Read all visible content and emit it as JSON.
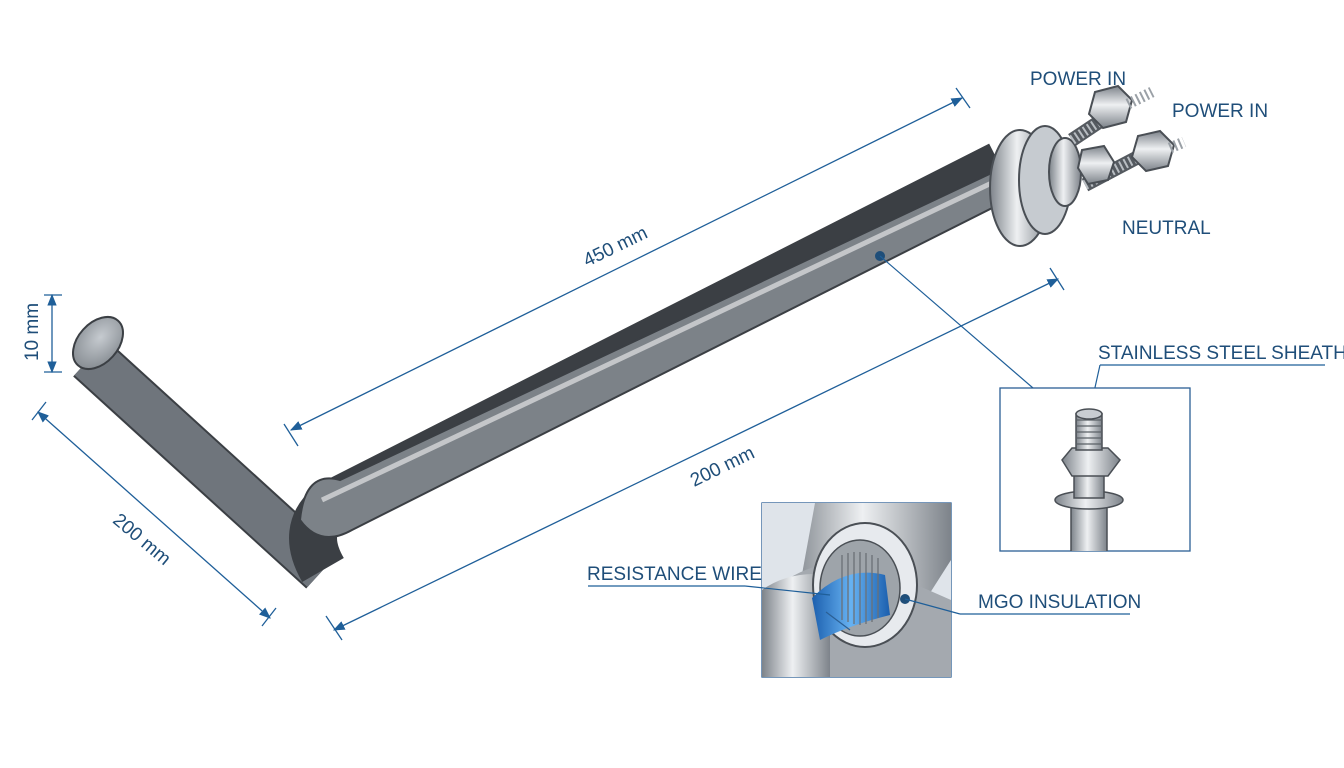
{
  "labels": {
    "power_in_1": "POWER IN",
    "power_in_2": "POWER IN",
    "neutral": "NEUTRAL",
    "sheath": "STAINLESS STEEL SHEATH",
    "resistance_wire": "RESISTANCE WIRE",
    "mgo": "MGO INSULATION"
  },
  "dimensions": {
    "long_leg": "450 mm",
    "long_leg_lower": "200 mm",
    "short_leg": "200 mm",
    "diameter": "10 mm"
  },
  "colors": {
    "annotation": "#1f4e79",
    "steel": "#b9bec4",
    "insulation_blue": "#2f7fd6"
  }
}
